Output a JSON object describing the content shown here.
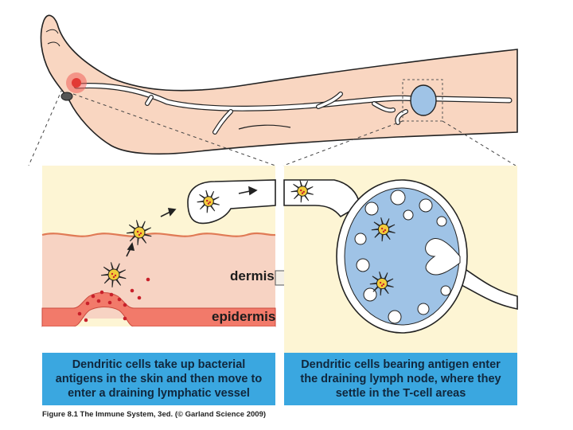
{
  "labels": {
    "dermis": "dermis",
    "epidermis": "epidermis"
  },
  "captions": {
    "left": "Dendritic cells take up bacterial antigens in the skin and then move to enter a draining lymphatic vessel",
    "right": "Dendritic cells bearing antigen enter the draining lymph node, where they settle in the T-cell areas"
  },
  "figure_caption": "Figure 8.1 The Immune System, 3ed. (© Garland Science 2009)",
  "colors": {
    "skin": "#f9d6c1",
    "skin_outline": "#222222",
    "tissue_panel": "#fdf5d4",
    "dermis_band": "#f7d3c3",
    "epidermis_band": "#f27a6a",
    "lymph_node": "#9fc3e6",
    "dendritic_cell": "#f2cc3a",
    "caption_bg": "#3aa7e0",
    "bacteria": "#c8202a"
  }
}
